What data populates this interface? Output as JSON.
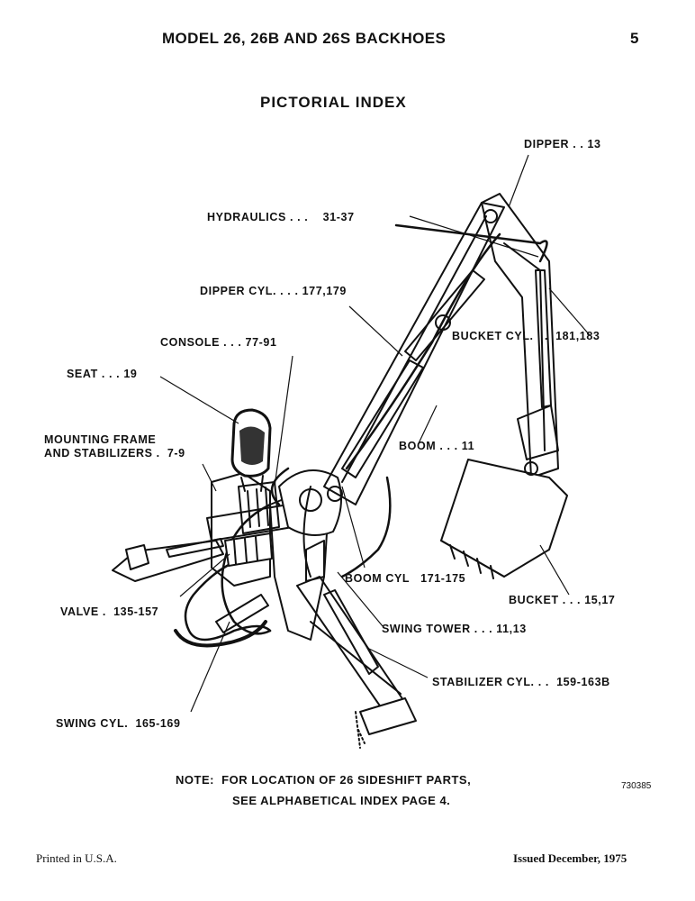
{
  "header": {
    "title": "MODEL 26, 26B AND 26S BACKHOES",
    "page_number": "5"
  },
  "subtitle": "PICTORIAL INDEX",
  "callouts": {
    "dipper": "DIPPER . . 13",
    "hydraulics": "HYDRAULICS . . .    31-37",
    "dipper_cyl": "DIPPER CYL. . . . 177,179",
    "console": "CONSOLE . . . 77-91",
    "seat": "SEAT . . . 19",
    "mounting_frame_line1": "MOUNTING FRAME",
    "mounting_frame_line2": "AND STABILIZERS .  7-9",
    "bucket_cyl": "BUCKET CYL. . .  181,183",
    "boom": "BOOM . . . 11",
    "boom_cyl": "BOOM CYL   171-175",
    "bucket": "BUCKET . . . 15,17",
    "valve": "VALVE .  135-157",
    "swing_tower": "SWING TOWER . . . 11,13",
    "stabilizer_cyl": "STABILIZER CYL. . .  159-163B",
    "swing_cyl": "SWING CYL.  165-169"
  },
  "note": {
    "line1": "NOTE:  FOR LOCATION OF 26 SIDESHIFT PARTS,",
    "line2": "SEE ALPHABETICAL INDEX PAGE 4."
  },
  "figure_code": "730385",
  "footer": {
    "left": "Printed in U.S.A.",
    "right": "Issued December, 1975"
  }
}
